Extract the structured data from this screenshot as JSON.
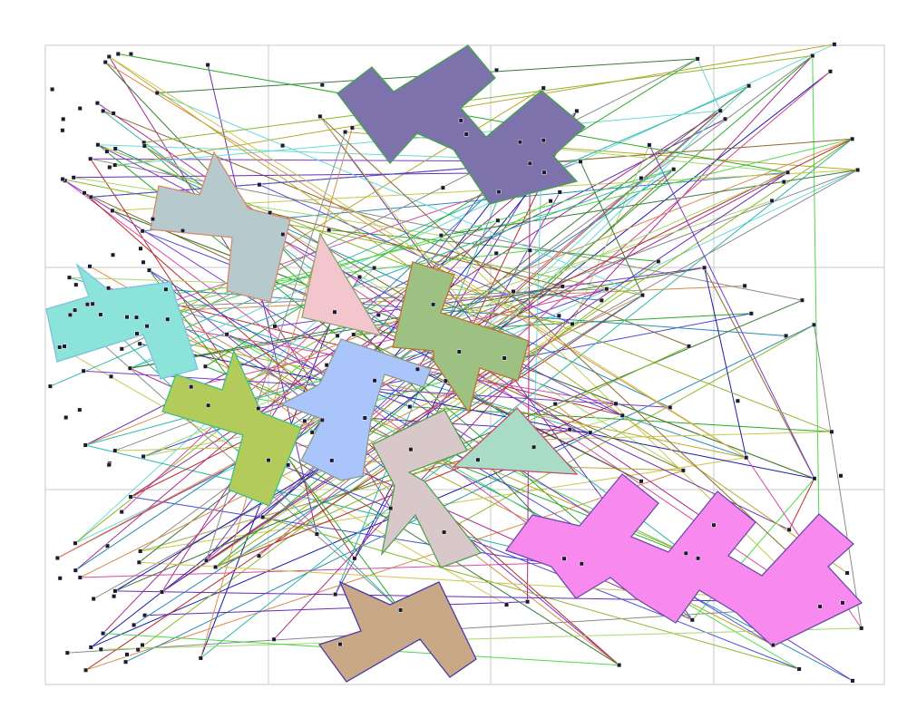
{
  "diagram": {
    "type": "line-crossing layout over overlapping polygons",
    "grid_cells": {
      "columns": 4,
      "rows": 3
    },
    "node_count": 220,
    "edge_count": 200,
    "polygons": [
      {
        "name": "polygon-purple",
        "fill": "#7d72ab",
        "stroke": "#3fa74a"
      },
      {
        "name": "polygon-gray-blue",
        "fill": "#b6c9cc",
        "stroke": "#d4896b"
      },
      {
        "name": "polygon-pink-triangle",
        "fill": "#f3c5cc",
        "stroke": "#8aa574"
      },
      {
        "name": "polygon-green",
        "fill": "#9dc182",
        "stroke": "#c0722a"
      },
      {
        "name": "polygon-cyan",
        "fill": "#8ce3da",
        "stroke": "#7ec0e0"
      },
      {
        "name": "polygon-lime",
        "fill": "#b2cb5a",
        "stroke": "#3fbf83"
      },
      {
        "name": "polygon-light-blue",
        "fill": "#a9c5fb",
        "stroke": "#8d9c83"
      },
      {
        "name": "polygon-mint-triangle",
        "fill": "#a8dcc6",
        "stroke": "#c8476a"
      },
      {
        "name": "polygon-mauve",
        "fill": "#d8c8ca",
        "stroke": "#4fa04e"
      },
      {
        "name": "polygon-magenta",
        "fill": "#f889ef",
        "stroke": "#6a4da8"
      },
      {
        "name": "polygon-tan",
        "fill": "#c9a887",
        "stroke": "#4a3aa8"
      }
    ],
    "edge_palette": [
      "#1a1aa8",
      "#2aa82a",
      "#a82a8a",
      "#8ab82a",
      "#2a8ab8",
      "#b82a2a",
      "#6a2ab8",
      "#2ab8a8",
      "#b8a82a",
      "#8a6a2a",
      "#4ad84a",
      "#d84aa8",
      "#4a4ad8",
      "#a8d86a",
      "#d88a4a",
      "#6ad8d8",
      "#8a8a8a",
      "#3a7a3a",
      "#c8c84a",
      "#7a3ac8"
    ]
  }
}
